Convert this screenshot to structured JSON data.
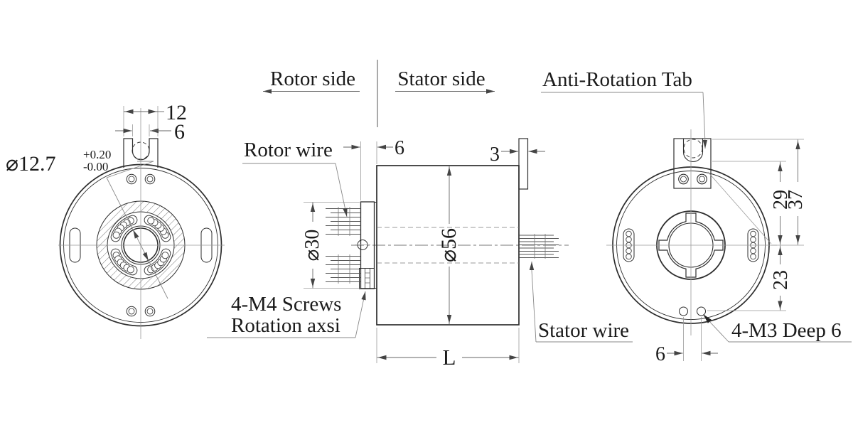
{
  "labels": {
    "rotor_side": "Rotor side",
    "stator_side": "Stator side",
    "anti_rotation_tab": "Anti-Rotation Tab",
    "rotor_wire": "Rotor wire",
    "stator_wire": "Stator wire",
    "m4_screws": "4-M4 Screws",
    "rotation_axis": "Rotation axsi",
    "m3_deep": "4-M3 Deep 6"
  },
  "dims": {
    "tab_width": "12",
    "tab_slot": "6",
    "bore": "⌀12.7",
    "bore_tol_plus": "+0.20",
    "bore_tol_minus": "-0.00",
    "flange_gap": "6",
    "tab_thickness": "3",
    "flange_dia": "⌀30",
    "body_dia": "⌀56",
    "length": "L",
    "slot_height": "29",
    "tab_height": "37",
    "hole_drop": "23",
    "hole_spacing": "6"
  },
  "colors": {
    "line": "#2e2e2e",
    "dim": "#666666",
    "thin": "#999999",
    "text": "#1b1b1b",
    "background": "#ffffff"
  }
}
